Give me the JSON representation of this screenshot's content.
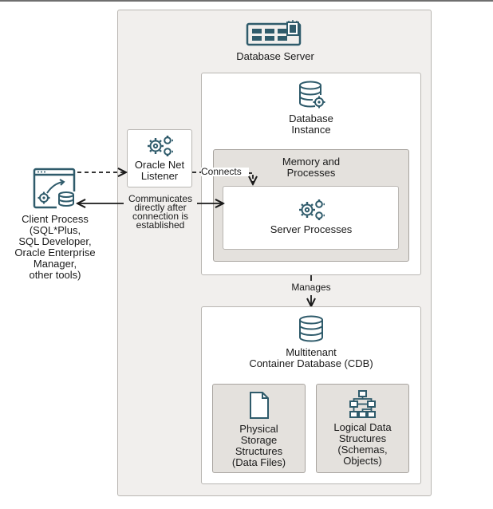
{
  "database_server": {
    "label": "Database Server",
    "icon": "server-icon"
  },
  "database_instance": {
    "label": "Database Instance",
    "icon": "database-gear-icon"
  },
  "memory_processes": {
    "label": "Memory and Processes"
  },
  "server_processes": {
    "label": "Server Processes",
    "icon": "gears-icon"
  },
  "listener": {
    "label": "Oracle Net Listener",
    "icon": "gears-icon"
  },
  "client": {
    "label_line1": "Client Process",
    "label_line2": "(SQL*Plus,",
    "label_line3": "SQL Developer,",
    "label_line4": "Oracle Enterprise",
    "label_line5": "Manager,",
    "label_line6": "other tools)",
    "icon": "client-window-icon"
  },
  "edges": {
    "connects": "Connects",
    "communicates_line1": "Communicates",
    "communicates_line2": "directly after",
    "communicates_line3": "connection is",
    "communicates_line4": "established",
    "manages": "Manages"
  },
  "cdb": {
    "label_line1": "Multitenant",
    "label_line2": "Container Database (CDB)",
    "icon": "database-icon"
  },
  "physical": {
    "line1": "Physical",
    "line2": "Storage",
    "line3": "Structures",
    "line4": "(Data Files)",
    "icon": "file-icon"
  },
  "logical": {
    "line1": "Logical Data",
    "line2": "Structures",
    "line3": "(Schemas,",
    "line4": "Objects)",
    "icon": "hierarchy-icon"
  },
  "colors": {
    "icon_teal": "#2f5b6b",
    "border": "#b9b6b2",
    "tan": "#e4e1dd",
    "server_bg": "#f1efed"
  }
}
